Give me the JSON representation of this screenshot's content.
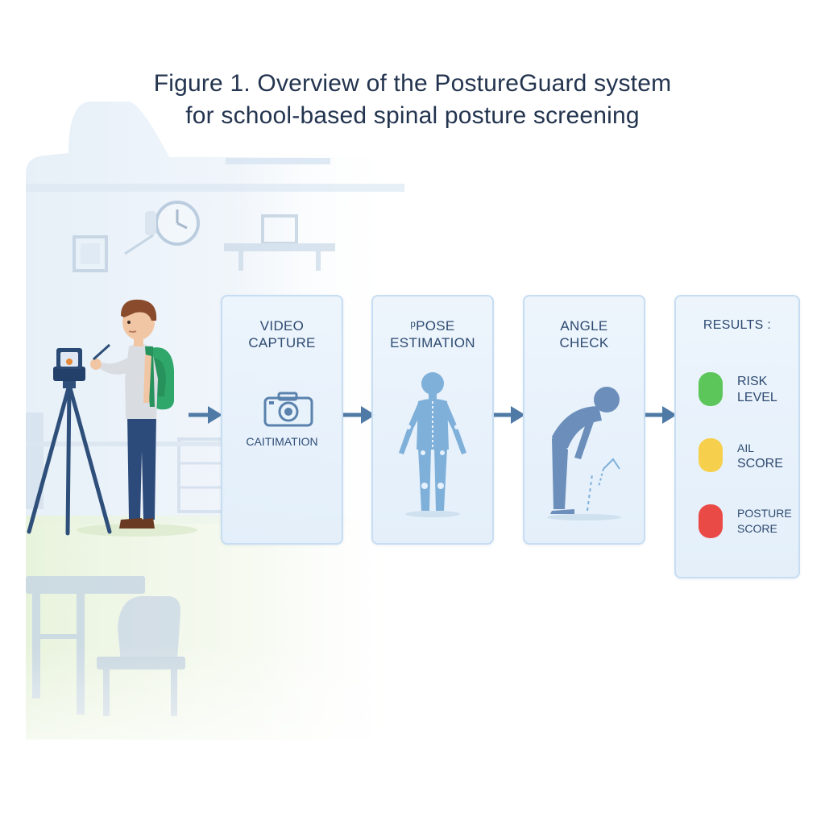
{
  "figure": {
    "title_line1": "Figure 1. Overview of the PostureGuard system",
    "title_line2": "for school-based spinal posture screening"
  },
  "pipeline": [
    {
      "label_line1": "VIDEO",
      "label_line2": "CAPTURE",
      "sublabel": "CAITIMATION",
      "icon": "camera-icon"
    },
    {
      "label_line1": "ᵖPOSE",
      "label_line2": "ESTIMATION",
      "icon": "skeleton-figure-icon"
    },
    {
      "label_line1": "ANGLE",
      "label_line2": "CHECK",
      "icon": "bending-figure-icon"
    }
  ],
  "results": {
    "title": "RESULTS :",
    "items": [
      {
        "line1": "RISK",
        "line2": "LEVEL",
        "color": "#5cc65a"
      },
      {
        "line1": "AIL",
        "line2": "SCORE",
        "color": "#f6d04d"
      },
      {
        "line1": "POSTURE",
        "line2": "SCORE",
        "color": "#ea4a45"
      }
    ]
  },
  "colors": {
    "title": "#23344f",
    "panel_border": "#c7ddf2",
    "arrow": "#4f7aa6",
    "backpack": "#2fa76a",
    "shirt": "#d9dde2",
    "jeans": "#2c4a7a",
    "hair": "#8a4b2c"
  }
}
